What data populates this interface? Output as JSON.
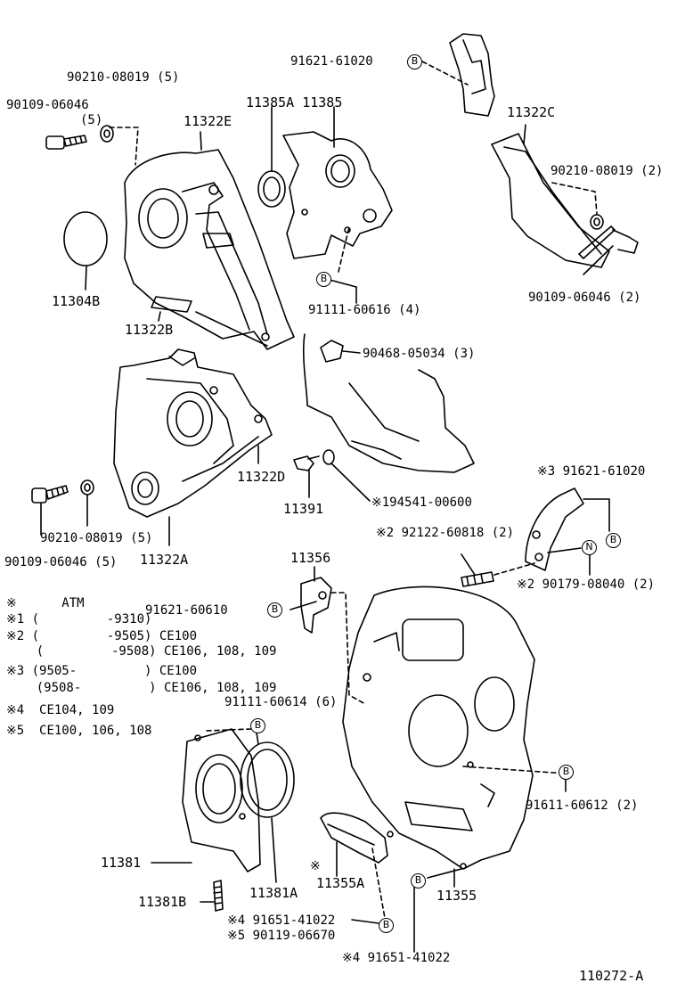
{
  "diagram_id": "110272-A",
  "markers": {
    "bolt": "B",
    "nut": "N"
  },
  "labels": {
    "p91621_61020_top": "91621-61020",
    "p90210_08019_5_top": "90210-08019 (5)",
    "p90109_06046_top": "90109-06046",
    "p90109_06046_top_qty": "(5)",
    "p11322E": "11322E",
    "p11385A_11385": "11385A 11385",
    "p11322C": "11322C",
    "p90210_08019_2": "90210-08019 (2)",
    "p90109_06046_2": "90109-06046 (2)",
    "p11304B": "11304B",
    "p11322B": "11322B",
    "p91111_60616_4": "91111-60616 (4)",
    "p90468_05034_3": "90468-05034 (3)",
    "p11322D": "11322D",
    "p11391": "11391",
    "p194541_00600": "※194541-00600",
    "p90210_08019_5_mid": "90210-08019 (5)",
    "p90109_06046_5": "90109-06046 (5)",
    "p11322A": "11322A",
    "p91621_61020_s3": "※3 91621-61020",
    "p92122_60818": "※2 92122-60818 (2)",
    "p90179_08040": "※2 90179-08040 (2)",
    "p11356": "11356",
    "p91621_60610": "91621-60610",
    "p91111_60614_6": "91111-60614 (6)",
    "p91611_60612_2": "91611-60612 (2)",
    "p11381": "11381",
    "p11381A": "11381A",
    "p11381B": "11381B",
    "p11355A_mark": "※",
    "p11355A": "11355A",
    "p11355": "11355",
    "p91651_41022_s4a": "※4 91651-41022",
    "p90119_06670_s5": "※5 90119-06670",
    "p91651_41022_s4b": "※4 91651-41022"
  },
  "notes": [
    "※      ATM",
    "※1 (         -9310)",
    "※2 (         -9505) CE100",
    "    (         -9508) CE106, 108, 109",
    "※3 (9505-         ) CE100",
    "    (9508-         ) CE106, 108, 109",
    "※4  CE104, 109",
    "※5  CE100, 106, 108"
  ]
}
